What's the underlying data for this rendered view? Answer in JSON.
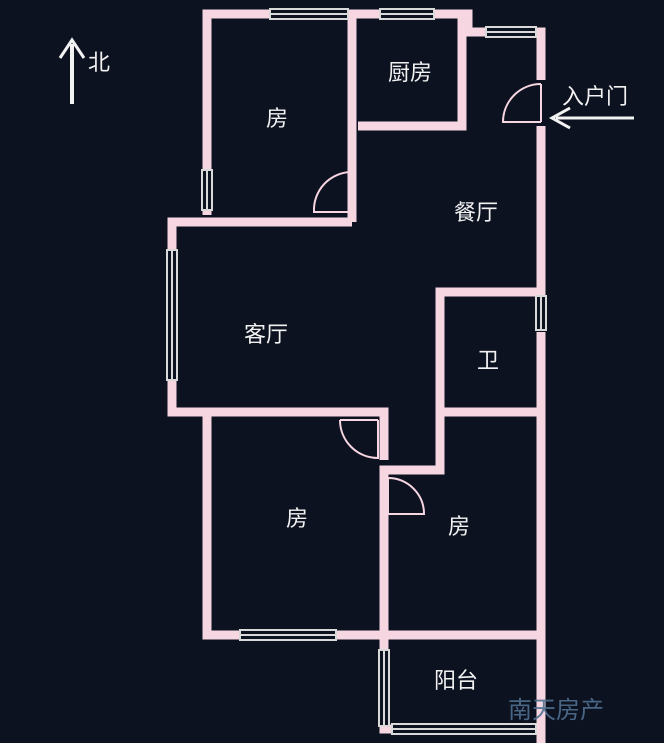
{
  "compass": {
    "label": "北"
  },
  "entrance": {
    "label": "入户门"
  },
  "rooms": {
    "bedroom_north": "房",
    "kitchen": "厨房",
    "dining": "餐厅",
    "living": "客厅",
    "bathroom": "卫",
    "bedroom_southwest": "房",
    "bedroom_southeast": "房",
    "balcony": "阳台"
  },
  "watermark": "南天房产",
  "colors": {
    "background": "#0d1220",
    "wall": "#f6d6e0",
    "window": "#d9d9d9",
    "text": "#f2f2f2"
  }
}
